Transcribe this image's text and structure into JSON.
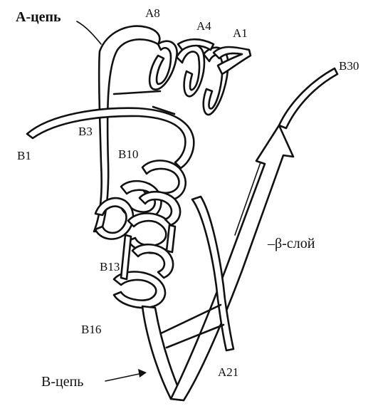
{
  "labels": {
    "a_chain": "А-цепь",
    "a8": "A8",
    "a4": "A4",
    "a1": "A1",
    "b30": "B30",
    "b3": "B3",
    "b1": "B1",
    "b10": "B10",
    "beta_layer": "–β-слой",
    "b13": "B13",
    "b16": "B16",
    "b_chain": "B-цепь",
    "a21": "A21"
  },
  "colors": {
    "stroke": "#111111",
    "fill": "#ffffff",
    "background": "#ffffff"
  }
}
